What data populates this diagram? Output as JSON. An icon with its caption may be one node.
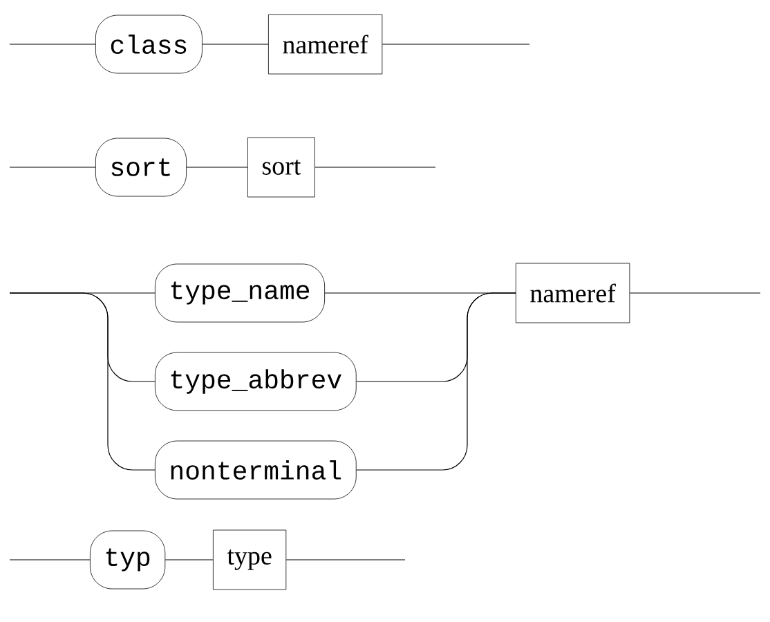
{
  "diagram": {
    "nodes": [
      {
        "text": [
          "class"
        ]
      },
      {
        "text": [
          "nameref"
        ]
      },
      {
        "text": [
          "sort"
        ]
      },
      {
        "text": [
          "sort"
        ]
      },
      {
        "text": [
          "type_name"
        ]
      },
      {
        "text": [
          "type_abbrev"
        ]
      },
      {
        "text": [
          "nonterminal"
        ]
      },
      {
        "text": [
          "nameref"
        ]
      },
      {
        "text": [
          "typ"
        ]
      },
      {
        "text": [
          "type"
        ]
      }
    ],
    "edges": [
      {
        "from": null,
        "to": 0,
        "arrow": "none"
      },
      {
        "from": 0,
        "to": 1,
        "arrow": "none"
      },
      {
        "from": 1,
        "to": null,
        "arrow": "none"
      },
      {
        "from": null,
        "to": 2,
        "arrow": "none"
      },
      {
        "from": 2,
        "to": 3,
        "arrow": "none"
      },
      {
        "from": 3,
        "to": null,
        "arrow": "none"
      },
      {
        "from": null,
        "to": 4,
        "arrow": "none"
      },
      {
        "from": null,
        "to": 5,
        "arrow": "none"
      },
      {
        "from": null,
        "to": 6,
        "arrow": "none"
      },
      {
        "from": 4,
        "to": 7,
        "arrow": "none"
      },
      {
        "from": 5,
        "to": 7,
        "arrow": "none"
      },
      {
        "from": 6,
        "to": 7,
        "arrow": "none"
      },
      {
        "from": 7,
        "to": null,
        "arrow": "none"
      },
      {
        "from": null,
        "to": 8,
        "arrow": "none"
      },
      {
        "from": 8,
        "to": 9,
        "arrow": "none"
      },
      {
        "from": 9,
        "to": null,
        "arrow": "none"
      }
    ]
  }
}
